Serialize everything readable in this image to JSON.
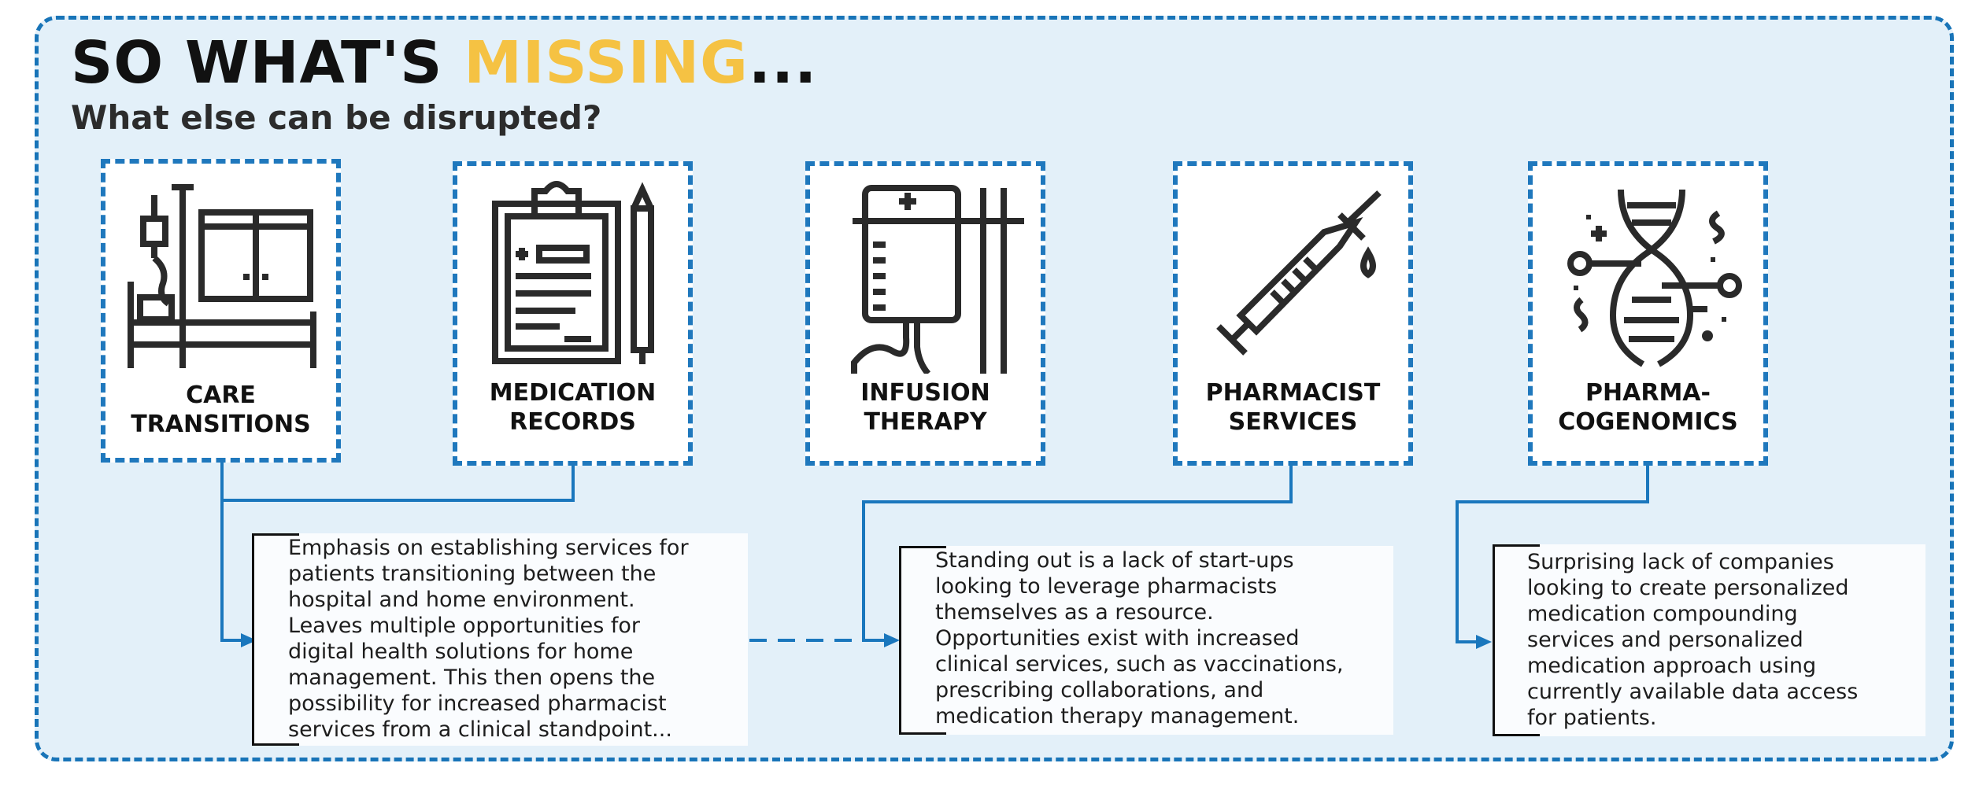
{
  "header": {
    "title_main": "SO WHAT'S ",
    "title_accent": "MISSING",
    "title_suffix": "...",
    "subtitle": "What else can be disrupted?"
  },
  "colors": {
    "accent": "#f5c243",
    "brand_blue": "#1f78bd",
    "panel_bg": "#e3f0f9"
  },
  "cards": [
    {
      "icon": "hospital-bed-icon",
      "line1": "CARE",
      "line2": "TRANSITIONS"
    },
    {
      "icon": "clipboard-icon",
      "line1": "MEDICATION",
      "line2": "RECORDS"
    },
    {
      "icon": "iv-bag-icon",
      "line1": "INFUSION",
      "line2": "THERAPY"
    },
    {
      "icon": "syringe-icon",
      "line1": "PHARMACIST",
      "line2": "SERVICES"
    },
    {
      "icon": "dna-icon",
      "line1": "PHARMA-",
      "line2": "COGENOMICS"
    }
  ],
  "notes": [
    {
      "text": "Emphasis on establishing services for\npatients transitioning between the\nhospital and home environment.\nLeaves multiple opportunities for\ndigital health solutions for home\nmanagement. This then opens the\npossibility for increased pharmacist\nservices from a clinical standpoint..."
    },
    {
      "text": "Standing out is a lack of start-ups\nlooking to leverage pharmacists\nthemselves as a resource.\nOpportunities exist with increased\nclinical services, such as vaccinations,\nprescribing collaborations, and\nmedication therapy management."
    },
    {
      "text": "Surprising lack of companies\nlooking to create personalized\nmedication compounding\nservices and personalized\nmedication approach using\ncurrently available data access\nfor patients."
    }
  ]
}
